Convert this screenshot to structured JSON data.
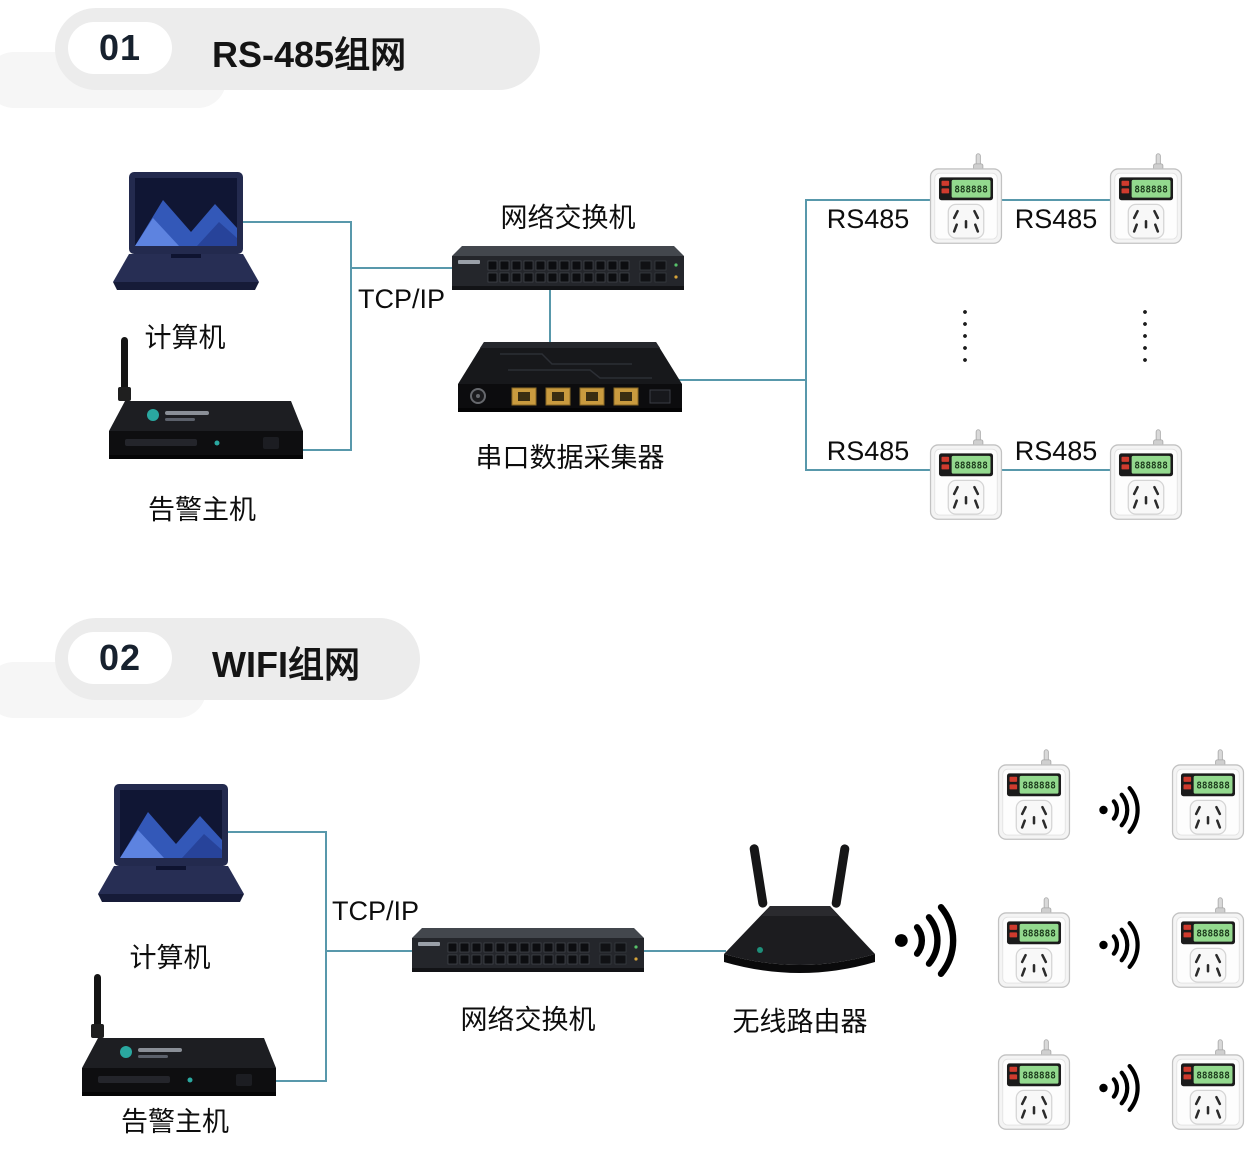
{
  "colors": {
    "connector_line": "#5898ab",
    "header_blob": "#ececec",
    "accent_teal": "#2aa8a0",
    "lcd_green": "#93d98e"
  },
  "section1": {
    "number": "01",
    "title": "RS-485组网",
    "tcpip_label": "TCP/IP",
    "computer_label": "计算机",
    "alarm_host_label": "告警主机",
    "switch_label": "网络交换机",
    "collector_label": "串口数据采集器",
    "rs485_labels": [
      "RS485",
      "RS485",
      "RS485",
      "RS485"
    ]
  },
  "section2": {
    "number": "02",
    "title": "WIFI组网",
    "tcpip_label": "TCP/IP",
    "computer_label": "计算机",
    "alarm_host_label": "告警主机",
    "switch_label": "网络交换机",
    "router_label": "无线路由器"
  },
  "socket": {
    "display": "888888"
  }
}
